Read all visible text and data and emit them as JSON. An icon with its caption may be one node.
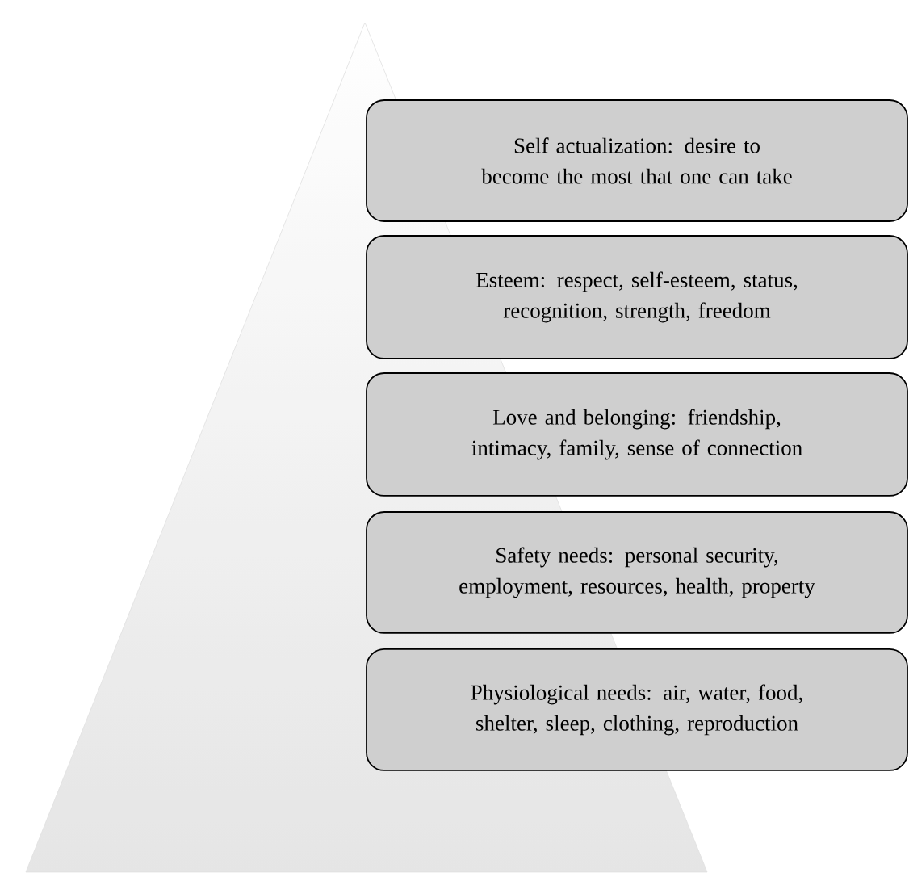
{
  "diagram": {
    "nodes": [
      {
        "text": [
          "Self actualization: desire to become the most that one can take"
        ]
      },
      {
        "text": [
          "Esteem: respect, self-esteem, status, recognition, strength, freedom"
        ]
      },
      {
        "text": [
          "Love and belonging: friendship, intimacy, family, sense of connection"
        ]
      },
      {
        "text": [
          "Safety needs: personal security, employment, resources, health, property"
        ]
      },
      {
        "text": [
          "Physiological needs: air, water, food, shelter, sleep, clothing, reproduction"
        ]
      }
    ]
  }
}
